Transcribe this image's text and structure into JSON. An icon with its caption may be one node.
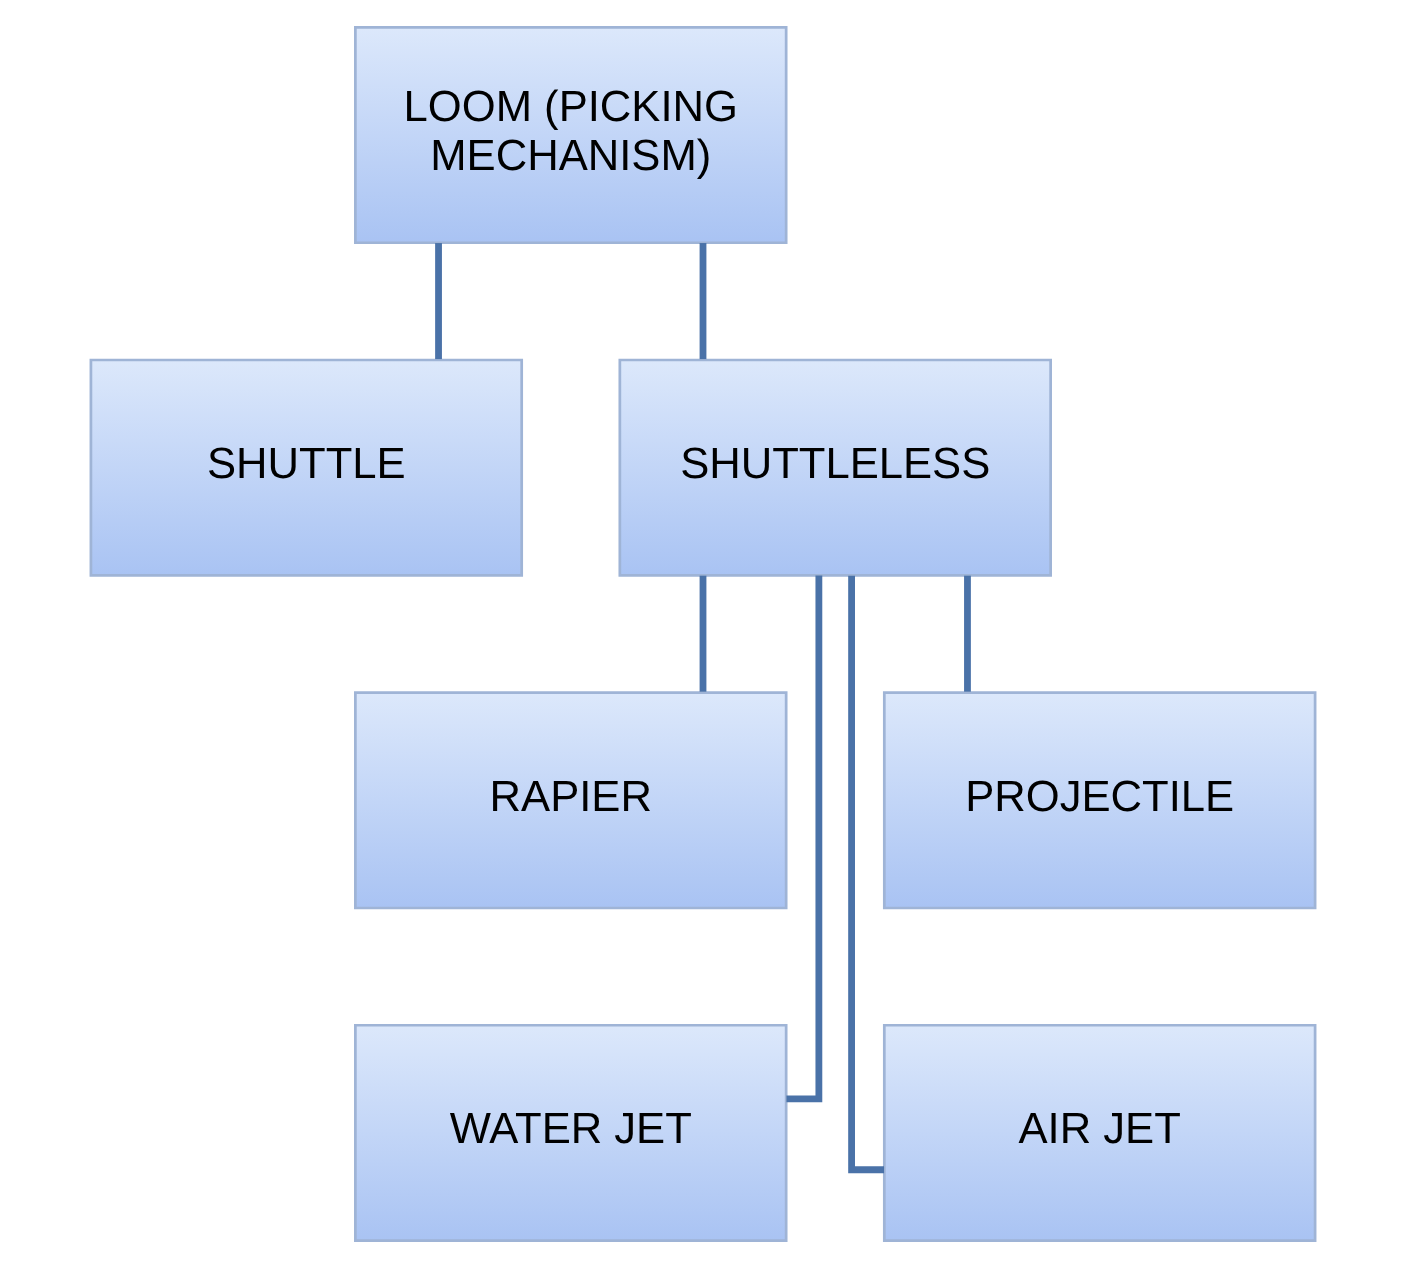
{
  "diagram": {
    "nodes": [
      {
        "text": [
          "LOOM (PICKING MECHANISM)"
        ]
      },
      {
        "text": [
          "SHUTTLE"
        ]
      },
      {
        "text": [
          "SHUTTLELESS"
        ]
      },
      {
        "text": [
          "RAPIER"
        ]
      },
      {
        "text": [
          "PROJECTILE"
        ]
      },
      {
        "text": [
          "WATER JET"
        ]
      },
      {
        "text": [
          "AIR JET"
        ]
      }
    ],
    "edges": [
      {
        "from": 0,
        "to": 1,
        "arrow": "none"
      },
      {
        "from": 0,
        "to": 2,
        "arrow": "none"
      },
      {
        "from": 2,
        "to": 3,
        "arrow": "none"
      },
      {
        "from": 2,
        "to": 4,
        "arrow": "none"
      },
      {
        "from": 2,
        "to": 5,
        "arrow": "none"
      },
      {
        "from": 2,
        "to": 6,
        "arrow": "none"
      }
    ]
  }
}
